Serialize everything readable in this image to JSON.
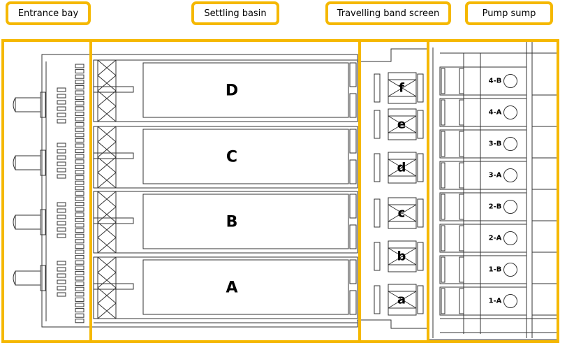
{
  "zones": [
    {
      "id": "entrance",
      "label": "Entrance bay"
    },
    {
      "id": "settling",
      "label": "Settling basin"
    },
    {
      "id": "screen",
      "label": "Travelling band screen"
    },
    {
      "id": "sump",
      "label": "Pump sump"
    }
  ],
  "basins": [
    "D",
    "C",
    "B",
    "A"
  ],
  "screens": [
    "f",
    "e",
    "d",
    "c",
    "b",
    "a"
  ],
  "pumps": [
    "4-B",
    "4-A",
    "3-B",
    "3-A",
    "2-B",
    "2-A",
    "1-B",
    "1-A"
  ],
  "colors": {
    "highlight": "#f5b800",
    "line": "#333333"
  }
}
